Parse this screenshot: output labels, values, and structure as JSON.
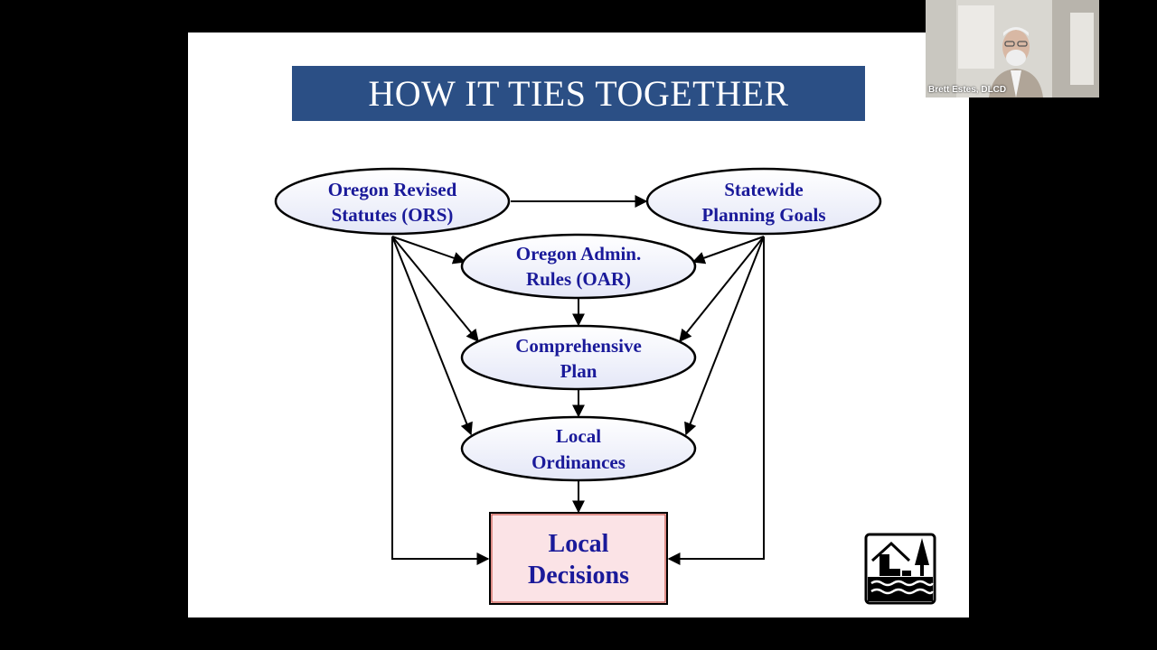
{
  "slide": {
    "title": "HOW IT TIES TOGETHER"
  },
  "diagram": {
    "nodes": {
      "ors": {
        "line1": "Oregon Revised",
        "line2": "Statutes (ORS)"
      },
      "goals": {
        "line1": "Statewide",
        "line2": "Planning Goals"
      },
      "oar": {
        "line1": "Oregon Admin.",
        "line2": "Rules (OAR)"
      },
      "comp_plan": {
        "line1": "Comprehensive",
        "line2": "Plan"
      },
      "ordinances": {
        "line1": "Local",
        "line2": "Ordinances"
      },
      "decisions": {
        "line1": "Local",
        "line2": "Decisions"
      }
    }
  },
  "webcam": {
    "participant_name": "Brett Estes, DLCD"
  },
  "colors": {
    "title_bar": "#2b4f85",
    "node_fill": "#eef0fb",
    "node_text": "#1a1a9a",
    "decision_fill": "#fbe3e6",
    "decision_border": "#c0392b"
  },
  "icons": {
    "logo": "house-tree-water-logo-icon"
  }
}
